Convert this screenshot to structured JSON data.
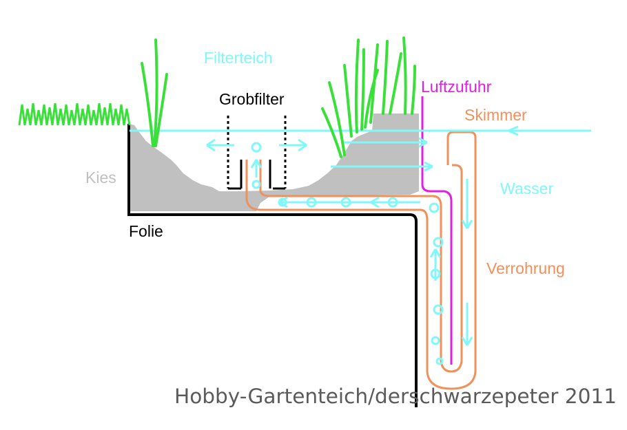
{
  "labels": {
    "filterteich": "Filterteich",
    "grobfilter": "Grobfilter",
    "luftzufuhr": "Luftzufuhr",
    "skimmer": "Skimmer",
    "kies": "Kies",
    "wasser": "Wasser",
    "folie": "Folie",
    "verrohrung": "Verrohrung"
  },
  "credit": "Hobby-Gartenteich/derschwarzepeter 2011",
  "colors": {
    "water": "#80f8fa",
    "plant": "#3ae03a",
    "gravel": "#c0c0c0",
    "pipe": "#f0905a",
    "air": "#e020e0",
    "liner": "#000000",
    "credit": "#5a5a5a"
  }
}
